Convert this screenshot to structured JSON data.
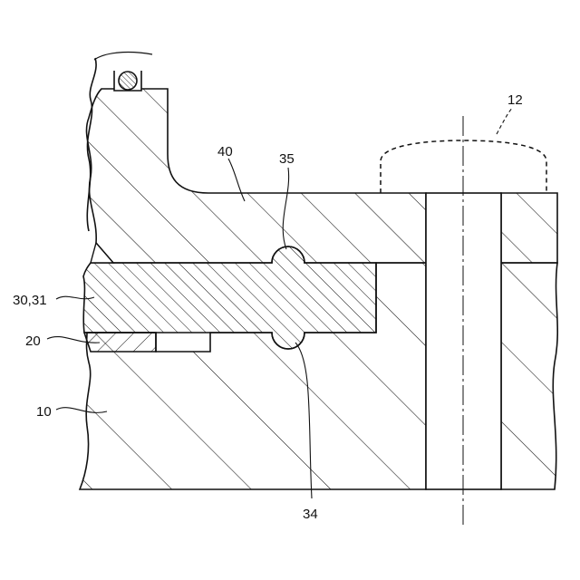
{
  "labels": {
    "ref_10": "10",
    "ref_12": "12",
    "ref_20": "20",
    "ref_30_31": "30,31",
    "ref_34": "34",
    "ref_35": "35",
    "ref_40": "40"
  },
  "colors": {
    "line": "#111111",
    "background": "#ffffff"
  }
}
